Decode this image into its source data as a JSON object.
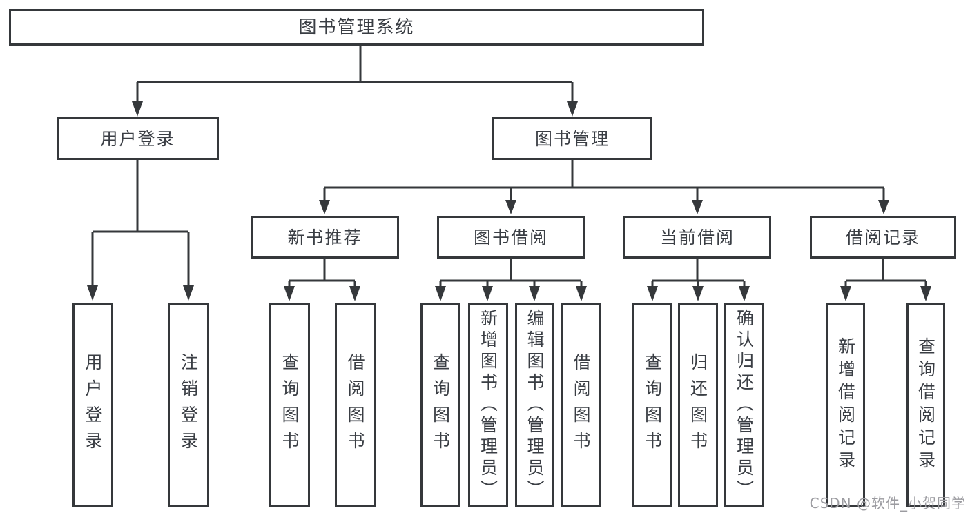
{
  "diagram": {
    "title": "图书管理系统",
    "root": "图书管理系统",
    "user_login": {
      "label": "用户登录",
      "children": [
        "用户登录",
        "注销登录"
      ]
    },
    "book_mgmt": {
      "label": "图书管理",
      "groups": [
        {
          "label": "新书推荐",
          "children": [
            "查询图书",
            "借阅图书"
          ]
        },
        {
          "label": "图书借阅",
          "children": [
            "查询图书",
            "新增图书（管理员）",
            "编辑图书（管理员）",
            "借阅图书"
          ]
        },
        {
          "label": "当前借阅",
          "children": [
            "查询图书",
            "归还图书",
            "确认归还（管理员）"
          ]
        },
        {
          "label": "借阅记录",
          "children": [
            "新增借阅记录",
            "查询借阅记录"
          ]
        }
      ]
    }
  },
  "watermark": "CSDN @软件_小贺同学",
  "colors": {
    "line": "#35383b",
    "box_border": "#35383b",
    "text": "#3a3e44",
    "watermark": "#9b9ba0",
    "background": "#ffffff"
  }
}
